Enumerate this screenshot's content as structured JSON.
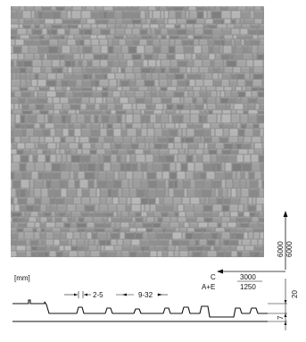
{
  "labels": {
    "unit": "[mm]",
    "row1_code": "C",
    "row1_value": "3000",
    "row2_code": "A+E",
    "row2_value": "1250",
    "vertical_top": "6000",
    "vertical_bottom": "6000",
    "spacing_small": "2-5",
    "spacing_large": "9-32",
    "height_top": "20",
    "height_bottom": "7"
  }
}
